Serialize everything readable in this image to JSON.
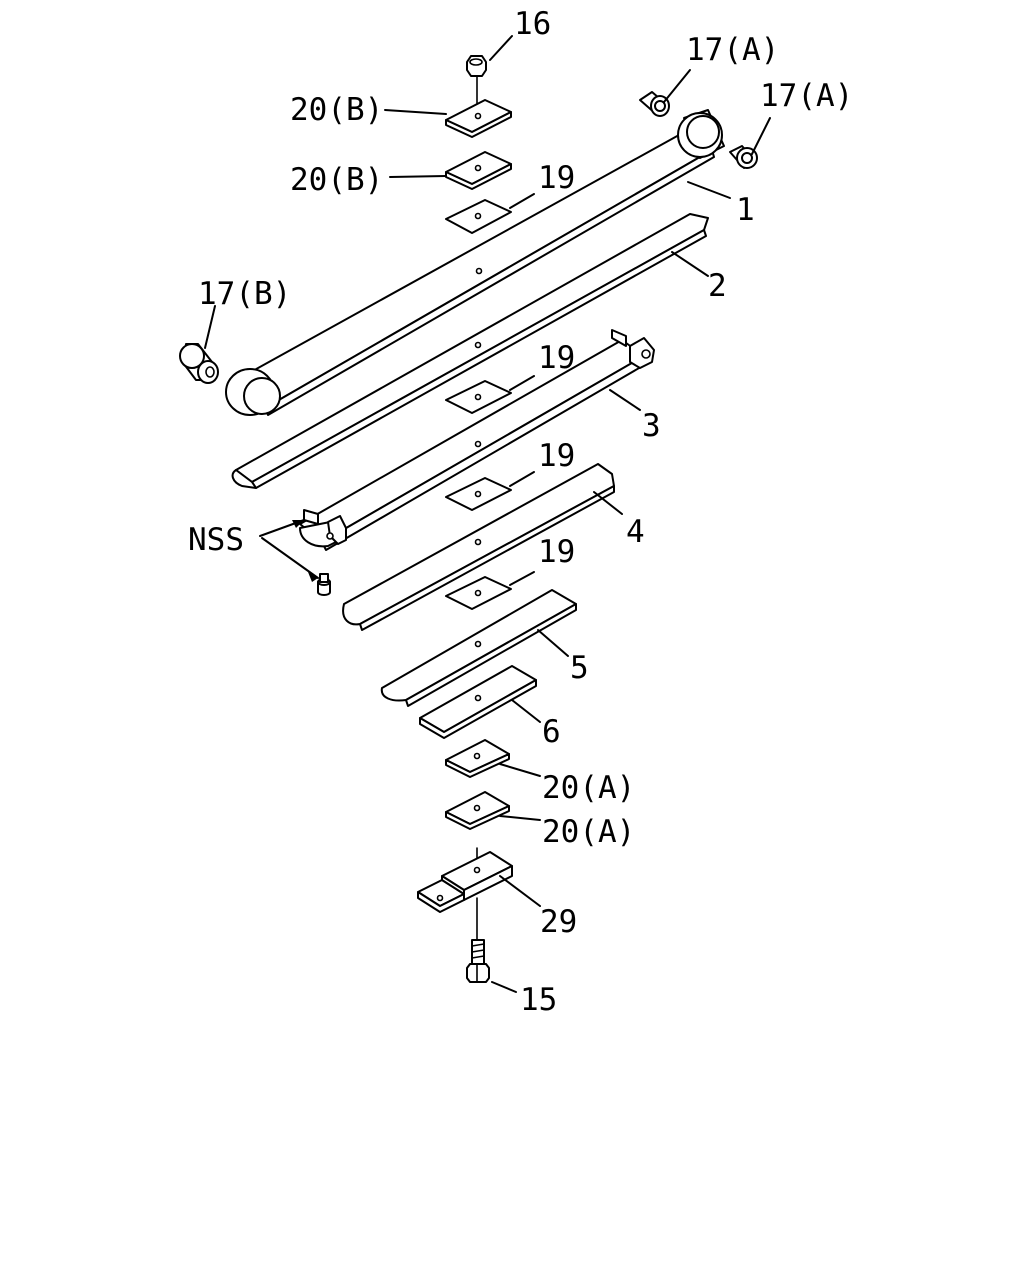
{
  "callouts": {
    "nut": "16",
    "plate_b_top": "20(B)",
    "plate_b_second": "20(B)",
    "pad_top": "19",
    "bushing_a_left": "17(A)",
    "bushing_a_right": "17(A)",
    "leaf_1": "1",
    "leaf_2": "2",
    "bushing_b": "17(B)",
    "pad_3": "19",
    "leaf_3": "3",
    "pad_4": "19",
    "leaf_4": "4",
    "nss": "NSS",
    "pad_5": "19",
    "leaf_5": "5",
    "leaf_6": "6",
    "plate_a_top": "20(A)",
    "plate_a_bottom": "20(A)",
    "bracket": "29",
    "bolt": "15"
  }
}
